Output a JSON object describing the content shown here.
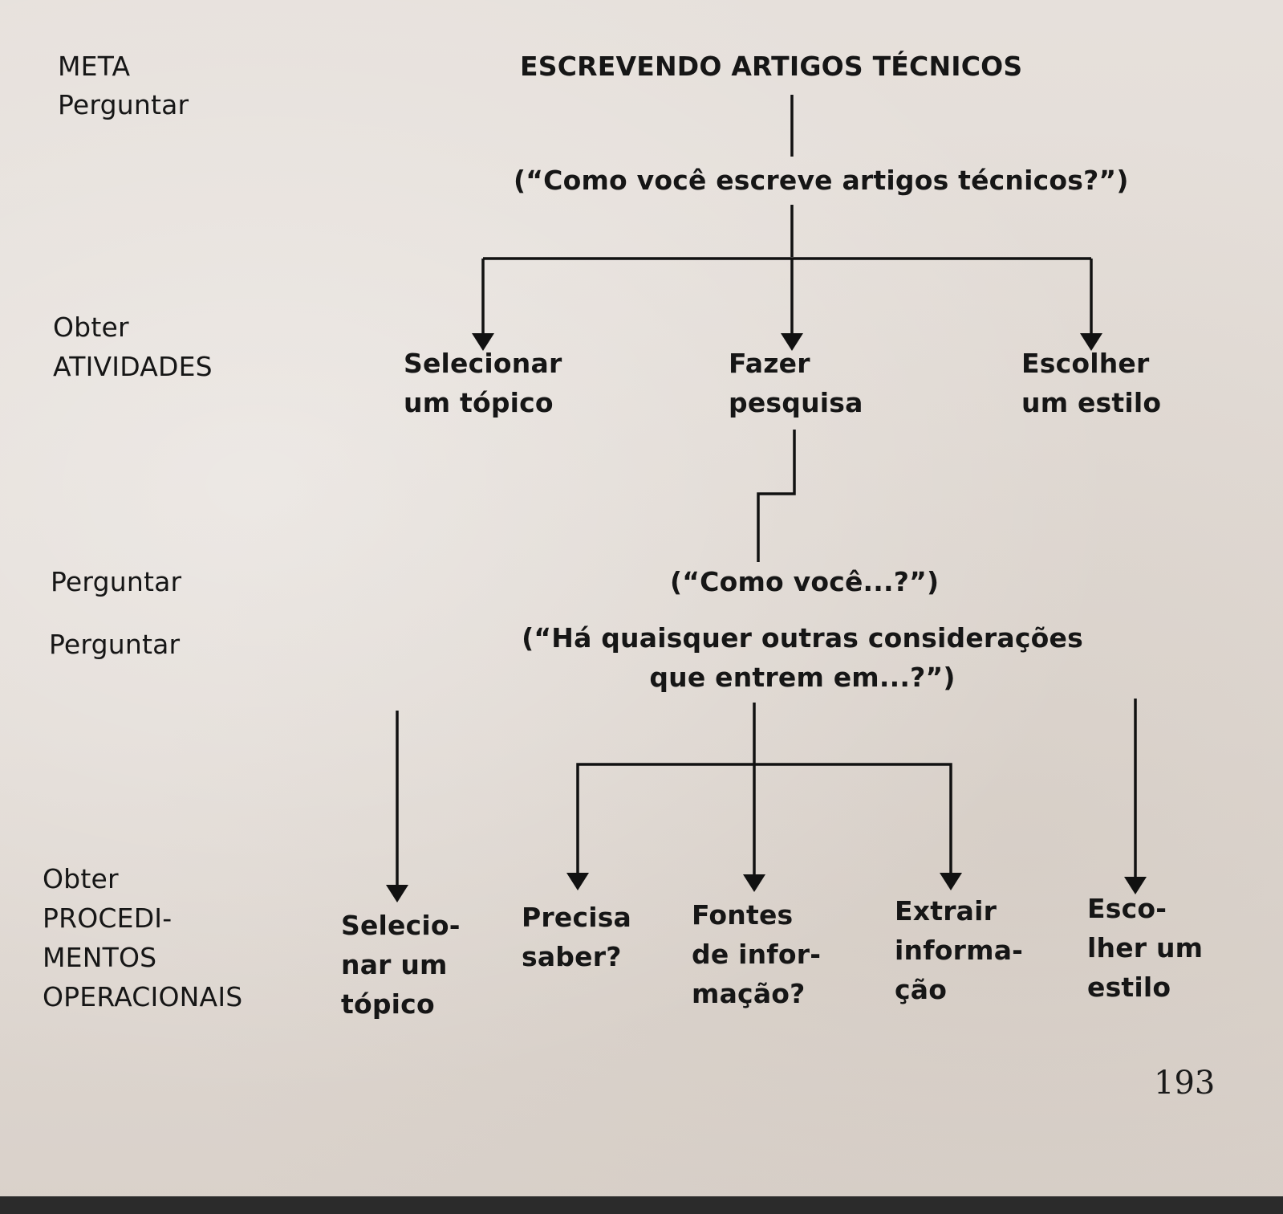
{
  "levels": {
    "meta": "META",
    "perguntar_1": "Perguntar",
    "obter_atividades": "Obter\nATIVIDADES",
    "perguntar_2": "Perguntar",
    "perguntar_3": "Perguntar",
    "obter_procedimentos": "Obter\nPROCEDI-\nMENTOS\nOPERACIONAIS"
  },
  "goal": {
    "title": "ESCREVENDO ARTIGOS TÉCNICOS",
    "question": "(“Como você escreve artigos técnicos?”)"
  },
  "activities": {
    "select_topic": "Selecionar\num tópico",
    "research": "Fazer\npesquisa",
    "style": "Escolher\num estilo"
  },
  "questions": {
    "how": "(“Como você...?”)",
    "other": "(“Há quaisquer outras considerações\nque entrem em...?”)"
  },
  "procedures": {
    "select_topic": "Selecio-\nnar um\ntópico",
    "need_know": "Precisa\nsaber?",
    "sources": "Fontes\nde infor-\nmação?",
    "extract": "Extrair\ninforma-\nção",
    "style": "Esco-\nlher um\nestilo"
  },
  "page_number": "193"
}
